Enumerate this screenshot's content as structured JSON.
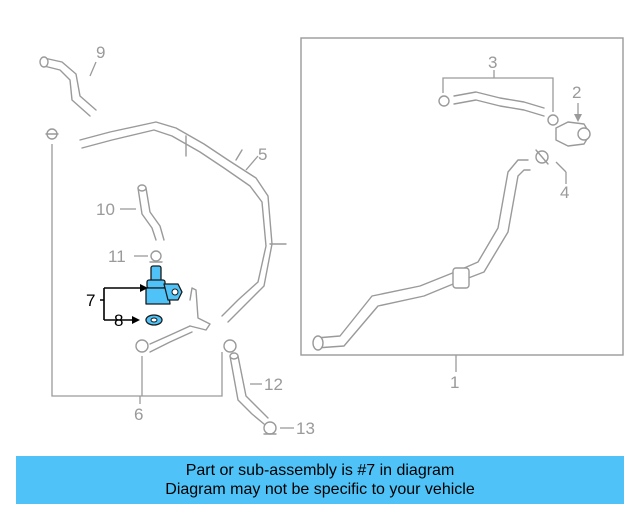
{
  "callouts": {
    "c1": "1",
    "c2": "2",
    "c3": "3",
    "c4": "4",
    "c5": "5",
    "c6": "6",
    "c7": "7",
    "c8": "8",
    "c9": "9",
    "c10": "10",
    "c11": "11",
    "c12": "12",
    "c13": "13"
  },
  "banner": {
    "line1": "Part or sub-assembly is #7 in diagram",
    "line2": "Diagram may not be specific to your vehicle"
  },
  "colors": {
    "highlight": "#4fc3f7",
    "parts": "#9a9a9a"
  }
}
